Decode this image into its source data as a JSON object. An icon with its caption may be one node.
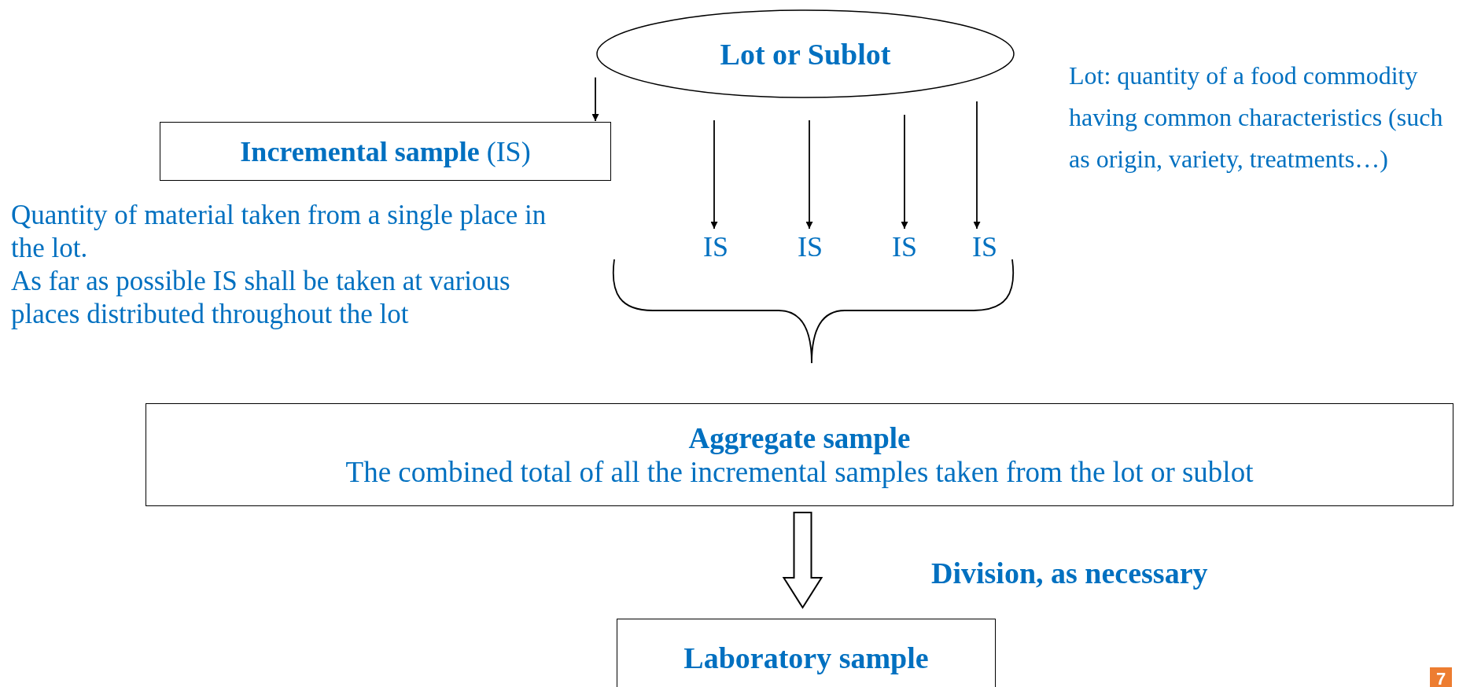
{
  "diagram": {
    "nodes": [
      {
        "text": [
          "Lot or Sublot"
        ]
      },
      {
        "text": [
          "**Incremental sample** (IS)"
        ]
      },
      {
        "text": [
          "IS"
        ]
      },
      {
        "text": [
          "IS"
        ]
      },
      {
        "text": [
          "IS"
        ]
      },
      {
        "text": [
          "IS"
        ]
      },
      {
        "text": [
          "Aggregate sample",
          "The combined total of all the incremental samples taken from the lot or sublot"
        ]
      },
      {
        "text": [
          "Laboratory sample"
        ]
      }
    ],
    "edges": [
      {
        "from": 0,
        "to": 1,
        "arrow": "to"
      },
      {
        "from": null,
        "to": 2,
        "arrow": "to"
      },
      {
        "from": null,
        "to": 3,
        "arrow": "to"
      },
      {
        "from": null,
        "to": 4,
        "arrow": "to"
      },
      {
        "from": null,
        "to": 5,
        "arrow": "to"
      },
      {
        "from": 6,
        "to": 7,
        "arrow": "to",
        "style": "thick",
        "label": "Division, as necessary"
      }
    ],
    "labels": [
      "Lot:  quantity of a food commodity having common characteristics (such as origin, variety, treatments…)",
      "Quantity of material taken from a single place in the lot.",
      "As far as possible IS shall be taken at various places distributed throughout the lot",
      "7"
    ]
  }
}
